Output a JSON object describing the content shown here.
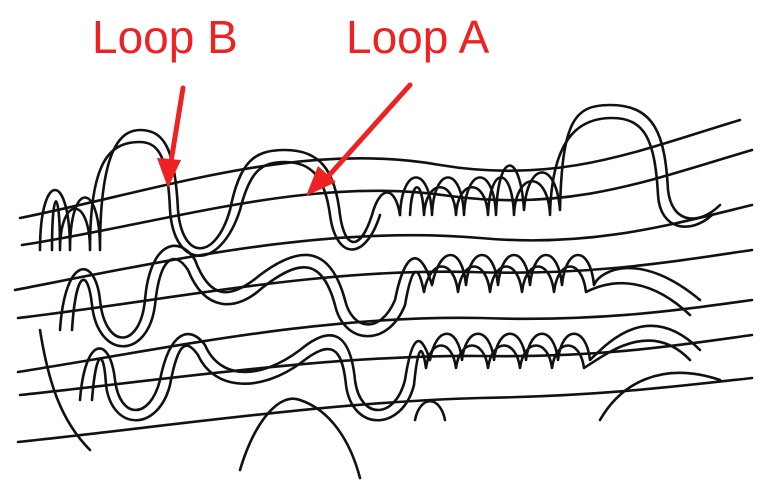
{
  "annotations": [
    {
      "id": "loop-b",
      "label": "Loop B"
    },
    {
      "id": "loop-a",
      "label": "Loop A"
    }
  ],
  "colors": {
    "annotation": "#ee2222",
    "ink": "#111111",
    "background": "#ffffff"
  }
}
